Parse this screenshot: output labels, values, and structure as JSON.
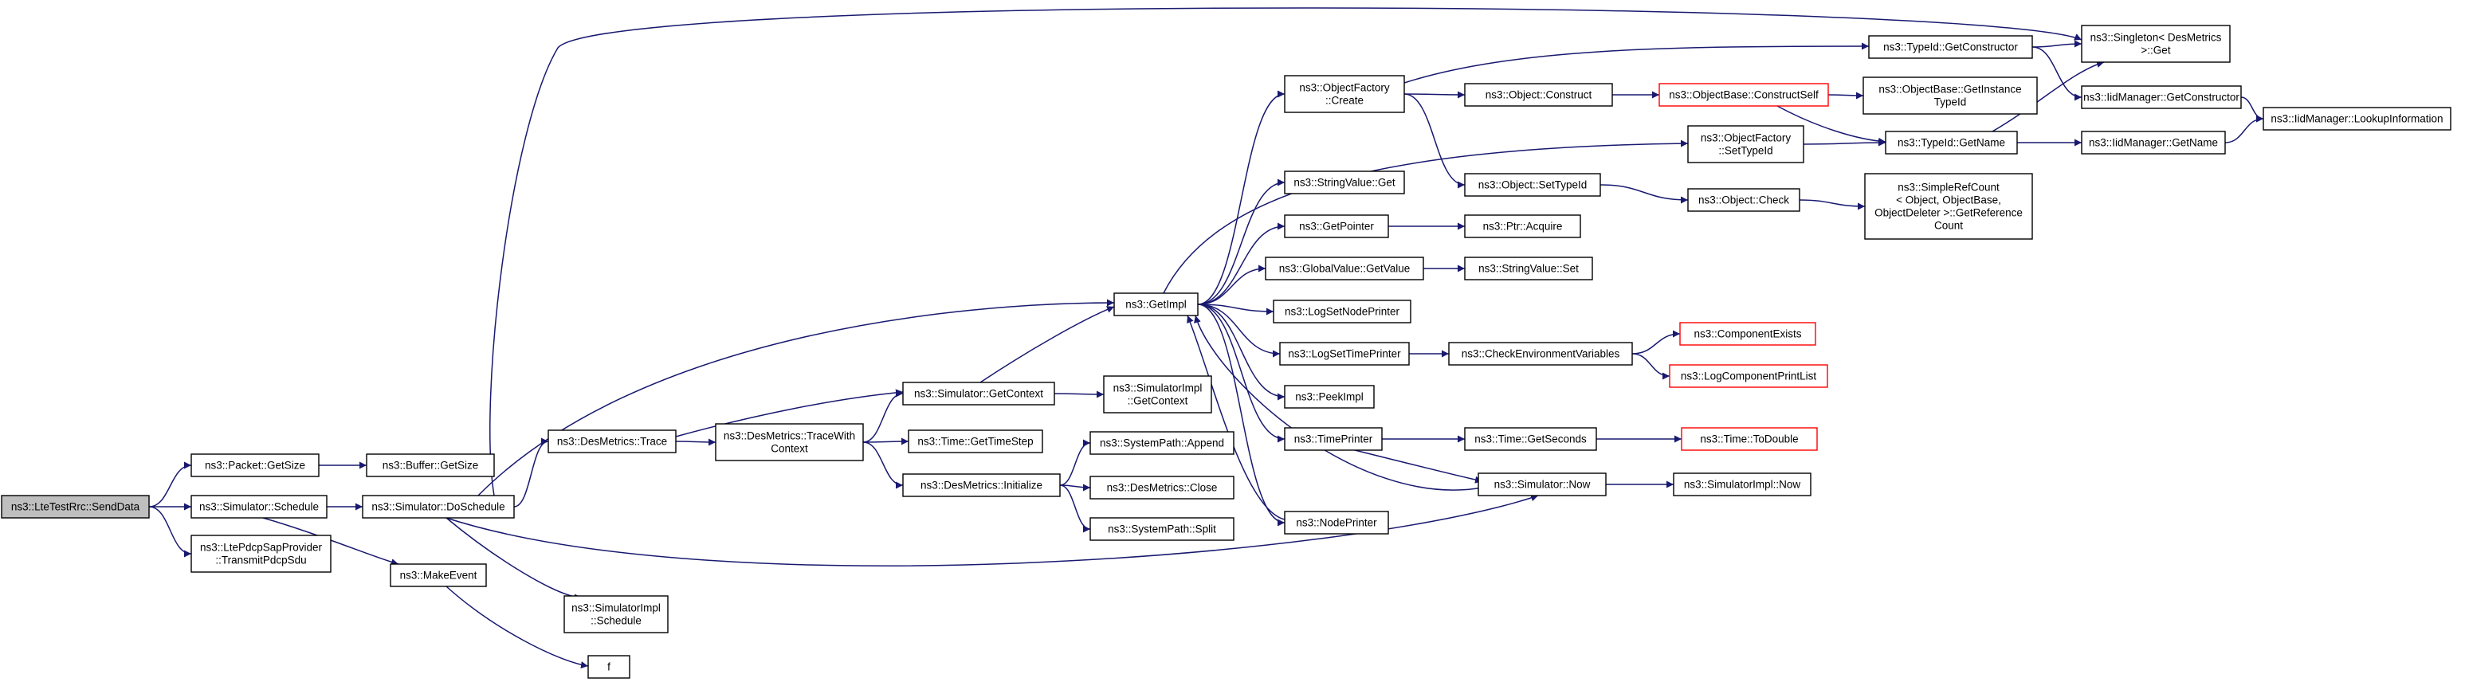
{
  "colors": {
    "edge": "#191970",
    "root_fill": "#bfbfbf",
    "truncated_border": "#ff0000",
    "border": "#000000"
  },
  "nodes": [
    {
      "id": "send-data",
      "lines": [
        "ns3::LteTestRrc::SendData"
      ],
      "style": "root"
    },
    {
      "id": "packet-getsize",
      "lines": [
        "ns3::Packet::GetSize"
      ]
    },
    {
      "id": "buffer-getsize",
      "lines": [
        "ns3::Buffer::GetSize"
      ]
    },
    {
      "id": "simulator-schedule",
      "lines": [
        "ns3::Simulator::Schedule"
      ]
    },
    {
      "id": "lte-pdcp-sap",
      "lines": [
        "ns3::LtePdcpSapProvider",
        "::TransmitPdcpSdu"
      ]
    },
    {
      "id": "simulator-doschedule",
      "lines": [
        "ns3::Simulator::DoSchedule"
      ]
    },
    {
      "id": "makeevent",
      "lines": [
        "ns3::MakeEvent"
      ]
    },
    {
      "id": "f",
      "lines": [
        "f"
      ]
    },
    {
      "id": "desmetrics-trace",
      "lines": [
        "ns3::DesMetrics::Trace"
      ]
    },
    {
      "id": "simulatorimpl-schedule",
      "lines": [
        "ns3::SimulatorImpl",
        "::Schedule"
      ]
    },
    {
      "id": "desmetrics-tracewithcontext",
      "lines": [
        "ns3::DesMetrics::TraceWith",
        "Context"
      ]
    },
    {
      "id": "simulator-getcontext",
      "lines": [
        "ns3::Simulator::GetContext"
      ]
    },
    {
      "id": "simulatorimpl-getcontext",
      "lines": [
        "ns3::SimulatorImpl",
        "::GetContext"
      ]
    },
    {
      "id": "time-gettimestep",
      "lines": [
        "ns3::Time::GetTimeStep"
      ]
    },
    {
      "id": "desmetrics-initialize",
      "lines": [
        "ns3::DesMetrics::Initialize"
      ]
    },
    {
      "id": "systempath-append",
      "lines": [
        "ns3::SystemPath::Append"
      ]
    },
    {
      "id": "desmetrics-close",
      "lines": [
        "ns3::DesMetrics::Close"
      ]
    },
    {
      "id": "systempath-split",
      "lines": [
        "ns3::SystemPath::Split"
      ]
    },
    {
      "id": "getimpl",
      "lines": [
        "ns3::GetImpl"
      ]
    },
    {
      "id": "objectfactory-create",
      "lines": [
        "ns3::ObjectFactory",
        "::Create"
      ]
    },
    {
      "id": "stringvalue-get",
      "lines": [
        "ns3::StringValue::Get"
      ]
    },
    {
      "id": "getpointer",
      "lines": [
        "ns3::GetPointer"
      ]
    },
    {
      "id": "globalvalue-getvalue",
      "lines": [
        "ns3::GlobalValue::GetValue"
      ]
    },
    {
      "id": "logsetnodeprinter",
      "lines": [
        "ns3::LogSetNodePrinter"
      ]
    },
    {
      "id": "logsettimeprinter",
      "lines": [
        "ns3::LogSetTimePrinter"
      ]
    },
    {
      "id": "peekimpl",
      "lines": [
        "ns3::PeekImpl"
      ]
    },
    {
      "id": "timeprinter",
      "lines": [
        "ns3::TimePrinter"
      ]
    },
    {
      "id": "nodeprinter",
      "lines": [
        "ns3::NodePrinter"
      ]
    },
    {
      "id": "object-construct",
      "lines": [
        "ns3::Object::Construct"
      ]
    },
    {
      "id": "objectfactory-settypeid",
      "lines": [
        "ns3::ObjectFactory",
        "::SetTypeId"
      ]
    },
    {
      "id": "object-settypeid",
      "lines": [
        "ns3::Object::SetTypeId"
      ]
    },
    {
      "id": "ptr-acquire",
      "lines": [
        "ns3::Ptr::Acquire"
      ]
    },
    {
      "id": "stringvalue-set",
      "lines": [
        "ns3::StringValue::Set"
      ]
    },
    {
      "id": "checkenvironmentvariables",
      "lines": [
        "ns3::CheckEnvironmentVariables"
      ]
    },
    {
      "id": "time-getseconds",
      "lines": [
        "ns3::Time::GetSeconds"
      ]
    },
    {
      "id": "simulator-now",
      "lines": [
        "ns3::Simulator::Now"
      ]
    },
    {
      "id": "objectbase-constructself",
      "lines": [
        "ns3::ObjectBase::ConstructSelf"
      ],
      "style": "truncated"
    },
    {
      "id": "typeid-getconstructor",
      "lines": [
        "ns3::TypeId::GetConstructor"
      ]
    },
    {
      "id": "objectbase-getinstancetypeid",
      "lines": [
        "ns3::ObjectBase::GetInstance",
        "TypeId"
      ]
    },
    {
      "id": "typeid-getname",
      "lines": [
        "ns3::TypeId::GetName"
      ]
    },
    {
      "id": "object-check",
      "lines": [
        "ns3::Object::Check"
      ]
    },
    {
      "id": "simplerefcount-getreferencecount",
      "lines": [
        "ns3::SimpleRefCount",
        "< Object, ObjectBase,",
        "ObjectDeleter >::GetReference",
        "Count"
      ]
    },
    {
      "id": "componentexists",
      "lines": [
        "ns3::ComponentExists"
      ],
      "style": "truncated"
    },
    {
      "id": "logcomponentprintlist",
      "lines": [
        "ns3::LogComponentPrintList"
      ],
      "style": "truncated"
    },
    {
      "id": "time-todouble",
      "lines": [
        "ns3::Time::ToDouble"
      ],
      "style": "truncated"
    },
    {
      "id": "simulatorimpl-now",
      "lines": [
        "ns3::SimulatorImpl::Now"
      ]
    },
    {
      "id": "singleton-desmetrics-get",
      "lines": [
        "ns3::Singleton< DesMetrics",
        " >::Get"
      ]
    },
    {
      "id": "iidmanager-getconstructor",
      "lines": [
        "ns3::IidManager::GetConstructor"
      ]
    },
    {
      "id": "iidmanager-getname",
      "lines": [
        "ns3::IidManager::GetName"
      ]
    },
    {
      "id": "iidmanager-lookupinformation",
      "lines": [
        "ns3::IidManager::LookupInformation"
      ]
    }
  ],
  "edges": [
    [
      "send-data",
      "packet-getsize"
    ],
    [
      "send-data",
      "simulator-schedule"
    ],
    [
      "send-data",
      "lte-pdcp-sap"
    ],
    [
      "packet-getsize",
      "buffer-getsize"
    ],
    [
      "simulator-schedule",
      "simulator-doschedule"
    ],
    [
      "simulator-schedule",
      "makeevent"
    ],
    [
      "makeevent",
      "f"
    ],
    [
      "simulator-doschedule",
      "desmetrics-trace"
    ],
    [
      "simulator-doschedule",
      "getimpl"
    ],
    [
      "simulator-doschedule",
      "simulatorimpl-schedule"
    ],
    [
      "simulator-doschedule",
      "simulator-now"
    ],
    [
      "simulator-doschedule",
      "singleton-desmetrics-get"
    ],
    [
      "desmetrics-trace",
      "simulator-getcontext"
    ],
    [
      "desmetrics-trace",
      "desmetrics-tracewithcontext"
    ],
    [
      "desmetrics-tracewithcontext",
      "simulator-getcontext"
    ],
    [
      "desmetrics-tracewithcontext",
      "time-gettimestep"
    ],
    [
      "desmetrics-tracewithcontext",
      "desmetrics-initialize"
    ],
    [
      "simulator-getcontext",
      "getimpl"
    ],
    [
      "simulator-getcontext",
      "simulatorimpl-getcontext"
    ],
    [
      "desmetrics-initialize",
      "systempath-append"
    ],
    [
      "desmetrics-initialize",
      "desmetrics-close"
    ],
    [
      "desmetrics-initialize",
      "systempath-split"
    ],
    [
      "getimpl",
      "objectfactory-create"
    ],
    [
      "getimpl",
      "objectfactory-settypeid"
    ],
    [
      "getimpl",
      "stringvalue-get"
    ],
    [
      "getimpl",
      "getpointer"
    ],
    [
      "getimpl",
      "globalvalue-getvalue"
    ],
    [
      "getimpl",
      "logsetnodeprinter"
    ],
    [
      "getimpl",
      "logsettimeprinter"
    ],
    [
      "getimpl",
      "peekimpl"
    ],
    [
      "getimpl",
      "timeprinter"
    ],
    [
      "getimpl",
      "nodeprinter"
    ],
    [
      "objectfactory-create",
      "object-construct"
    ],
    [
      "objectfactory-create",
      "object-settypeid"
    ],
    [
      "objectfactory-create",
      "typeid-getconstructor"
    ],
    [
      "object-construct",
      "objectbase-constructself"
    ],
    [
      "objectbase-constructself",
      "objectbase-getinstancetypeid"
    ],
    [
      "objectbase-constructself",
      "typeid-getname"
    ],
    [
      "objectfactory-settypeid",
      "typeid-getname"
    ],
    [
      "object-settypeid",
      "object-check"
    ],
    [
      "object-check",
      "simplerefcount-getreferencecount"
    ],
    [
      "getpointer",
      "ptr-acquire"
    ],
    [
      "globalvalue-getvalue",
      "stringvalue-set"
    ],
    [
      "logsettimeprinter",
      "checkenvironmentvariables"
    ],
    [
      "checkenvironmentvariables",
      "componentexists"
    ],
    [
      "checkenvironmentvariables",
      "logcomponentprintlist"
    ],
    [
      "timeprinter",
      "time-getseconds"
    ],
    [
      "timeprinter",
      "simulator-now"
    ],
    [
      "time-getseconds",
      "time-todouble"
    ],
    [
      "simulator-now",
      "getimpl"
    ],
    [
      "simulator-now",
      "simulatorimpl-now"
    ],
    [
      "nodeprinter",
      "getimpl"
    ],
    [
      "typeid-getconstructor",
      "singleton-desmetrics-get"
    ],
    [
      "typeid-getconstructor",
      "iidmanager-getconstructor"
    ],
    [
      "typeid-getname",
      "singleton-desmetrics-get"
    ],
    [
      "typeid-getname",
      "iidmanager-getname"
    ],
    [
      "iidmanager-getconstructor",
      "iidmanager-lookupinformation"
    ],
    [
      "iidmanager-getname",
      "iidmanager-lookupinformation"
    ]
  ]
}
